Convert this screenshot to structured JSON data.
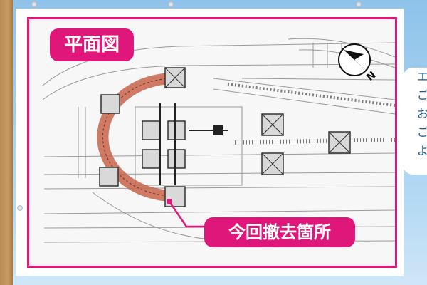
{
  "title": "平面図",
  "callout": "今回撤去箇所",
  "compass_label": "N",
  "side_note_lines": [
    "エ",
    "ご",
    "お",
    "ご",
    "よ"
  ],
  "colors": {
    "accent": "#e0177a",
    "highlight_arc": "#c8644a",
    "board_blue": "#9fcdee",
    "wood": "#c08f58"
  }
}
